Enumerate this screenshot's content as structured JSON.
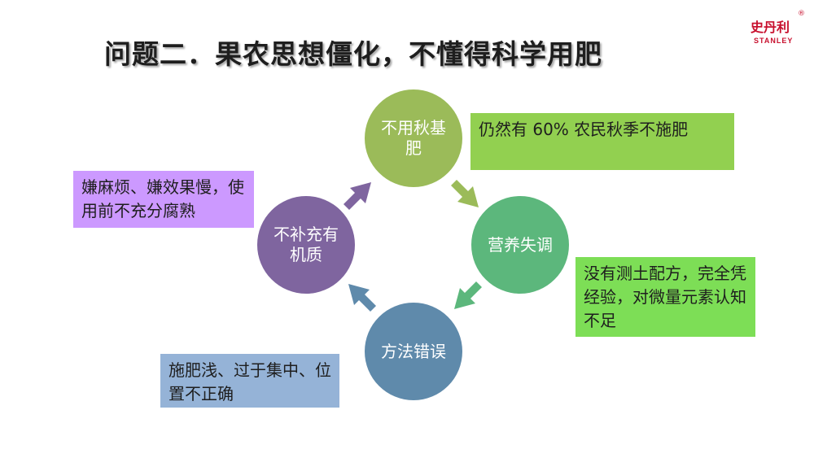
{
  "title": "问题二．果农思想僵化，不懂得科学用肥",
  "logo": {
    "cn": "史丹利",
    "en": "STANLEY",
    "reg": "®"
  },
  "cycle": {
    "top": {
      "label": "不用秋基肥",
      "note": "仍然有 60% 农民秋季不施肥"
    },
    "right": {
      "label": "营养失调",
      "note": "没有测土配方，完全凭经验，对微量元素认知不足"
    },
    "bottom": {
      "label": "方法错误",
      "note": "施肥浅、过于集中、位置不正确"
    },
    "left": {
      "label": "不补充有机质",
      "note": "嫌麻烦、嫌效果慢，使用前不充分腐熟"
    }
  },
  "colors": {
    "top": "#9bbb59",
    "right": "#5cb77c",
    "bottom": "#5f8aab",
    "left": "#7f659f",
    "brand": "#c8102e"
  }
}
